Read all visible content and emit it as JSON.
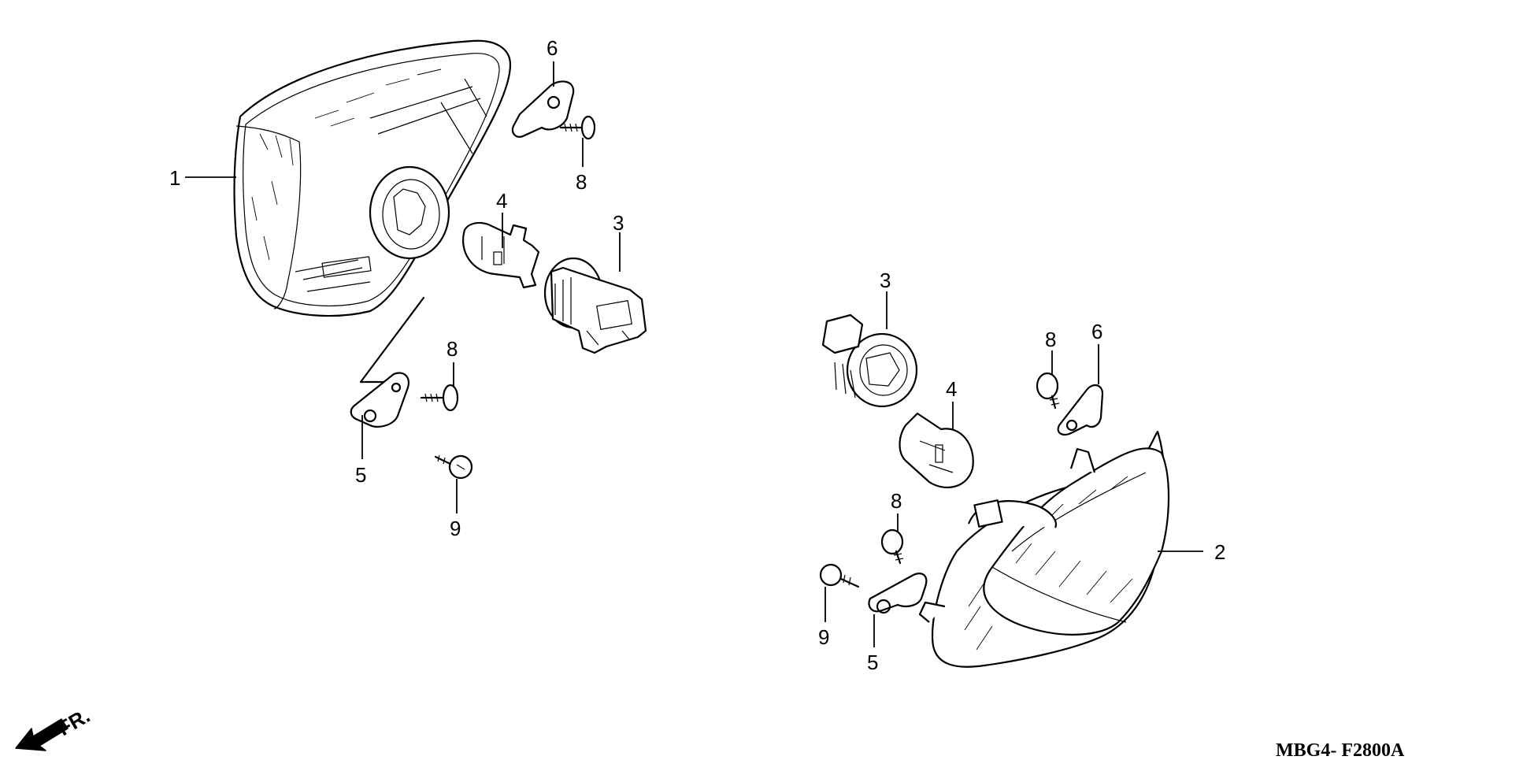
{
  "callouts": {
    "c1": "1",
    "c2": "2",
    "c3_left": "3",
    "c3_right": "3",
    "c4_left": "4",
    "c4_right": "4",
    "c5_left": "5",
    "c5_right": "5",
    "c6_left": "6",
    "c6_right": "6",
    "c8_left_top": "8",
    "c8_left_mid": "8",
    "c8_right_top": "8",
    "c8_right_low": "8",
    "c9_left": "9",
    "c9_right": "9"
  },
  "direction": {
    "label": "FR.",
    "icon": "front-direction-arrow-icon"
  },
  "diagram_code": "MBG4- F2800A"
}
